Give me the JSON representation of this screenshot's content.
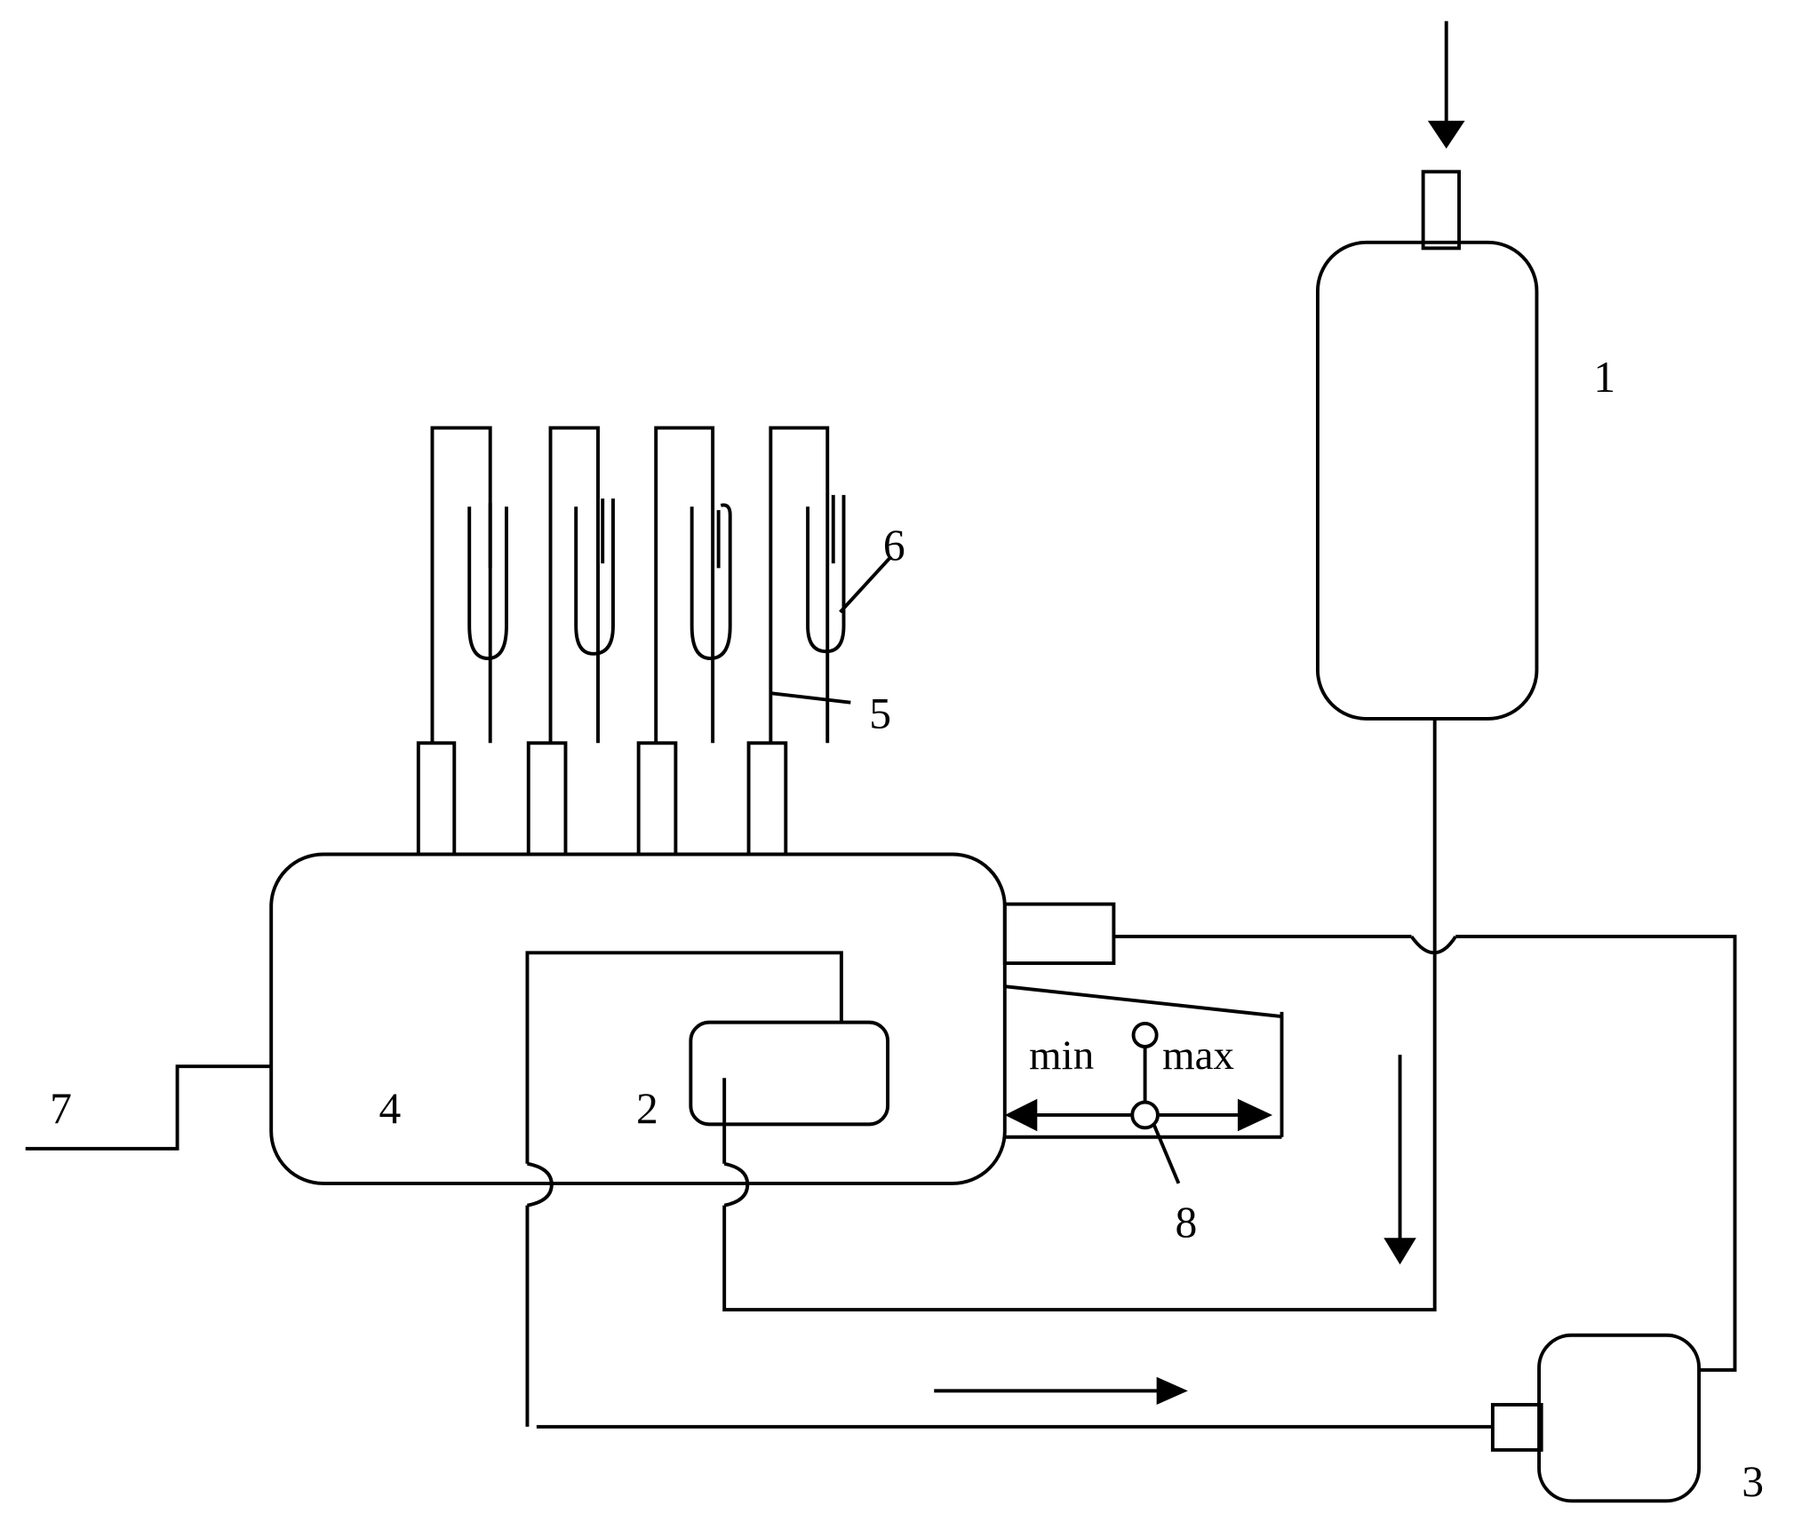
{
  "labels": {
    "tank_1": "1",
    "unit_2": "2",
    "unit_3": "3",
    "vessel_4": "4",
    "tube_5": "5",
    "probe_6": "6",
    "pipe_7": "7",
    "float_8": "8",
    "min": "min",
    "max": "max"
  }
}
